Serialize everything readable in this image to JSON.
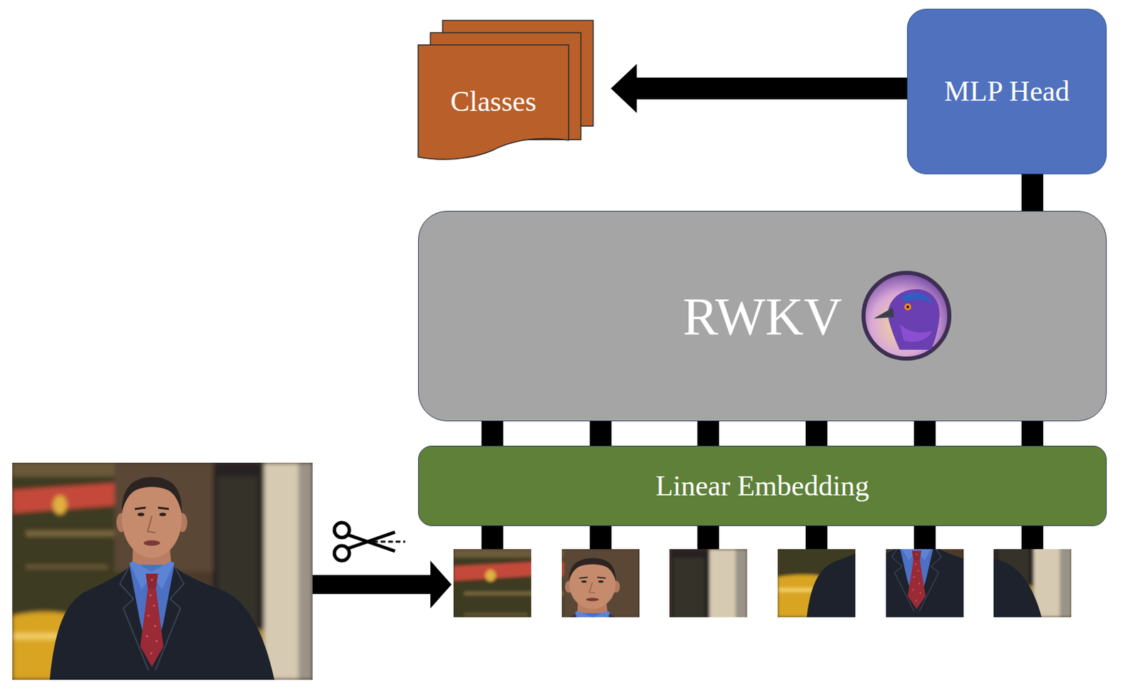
{
  "diagram": {
    "nodes": [
      {
        "text": [
          "Classes"
        ]
      },
      {
        "text": [
          "MLP Head"
        ]
      },
      {
        "text": [
          "RWKV"
        ]
      },
      {
        "text": [
          "Linear Embedding"
        ]
      }
    ],
    "edges": [
      {
        "from": 1,
        "to": 0,
        "arrow": "to"
      },
      {
        "from": 2,
        "to": 1,
        "arrow": "none"
      },
      {
        "from": 3,
        "to": 2,
        "arrow": "none"
      },
      {
        "from": 3,
        "to": 2,
        "arrow": "none"
      },
      {
        "from": 3,
        "to": 2,
        "arrow": "none"
      },
      {
        "from": 3,
        "to": 2,
        "arrow": "none"
      },
      {
        "from": 3,
        "to": 2,
        "arrow": "none"
      },
      {
        "from": 3,
        "to": 2,
        "arrow": "none"
      }
    ]
  }
}
